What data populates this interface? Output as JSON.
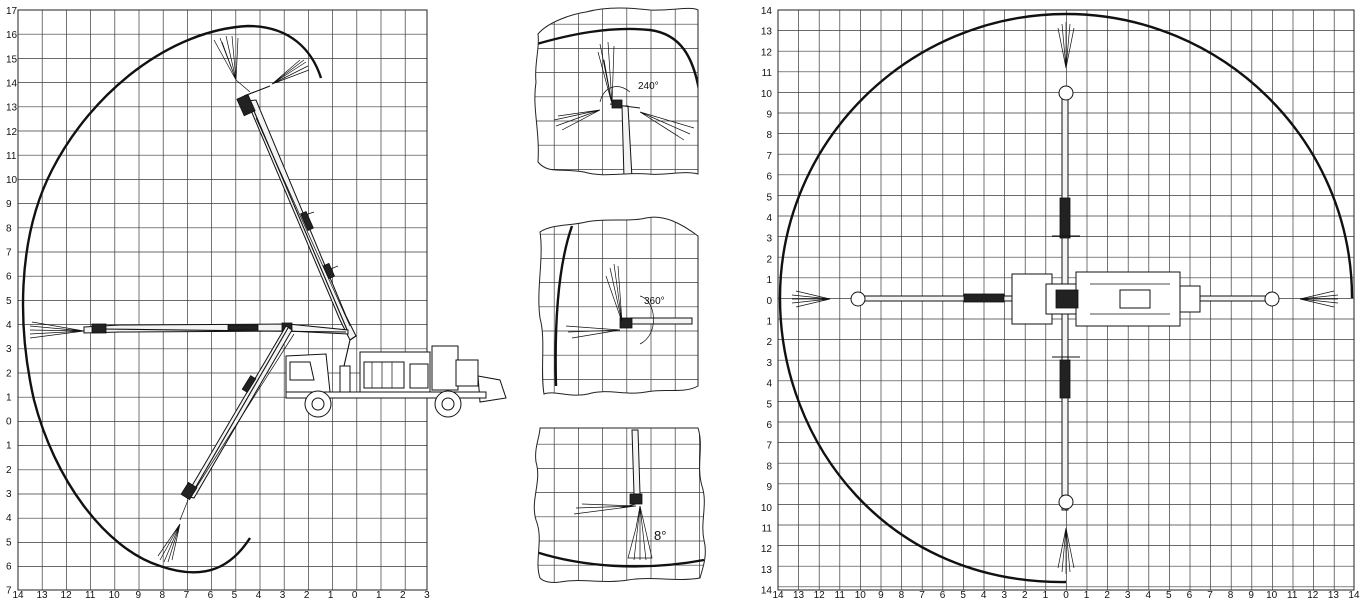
{
  "left_panel": {
    "y_labels": [
      "17",
      "16",
      "15",
      "14",
      "13",
      "12",
      "11",
      "10",
      "9",
      "8",
      "7",
      "6",
      "5",
      "4",
      "3",
      "2",
      "1",
      "0",
      "1",
      "2",
      "3",
      "4",
      "5",
      "6",
      "7"
    ],
    "x_labels": [
      "14",
      "13",
      "12",
      "11",
      "10",
      "9",
      "8",
      "7",
      "6",
      "5",
      "4",
      "3",
      "2",
      "1",
      "0",
      "1",
      "2",
      "3"
    ]
  },
  "detail_panels": {
    "top_angle": "240°",
    "middle_angle": "360°",
    "bottom_angle": "8°"
  },
  "right_panel": {
    "y_labels": [
      "14",
      "13",
      "12",
      "11",
      "10",
      "9",
      "8",
      "7",
      "6",
      "5",
      "4",
      "3",
      "2",
      "1",
      "0",
      "1",
      "2",
      "3",
      "4",
      "5",
      "6",
      "7",
      "8",
      "9",
      "10",
      "11",
      "12",
      "13",
      "14"
    ],
    "x_labels": [
      "14",
      "13",
      "12",
      "11",
      "10",
      "9",
      "8",
      "7",
      "6",
      "5",
      "4",
      "3",
      "2",
      "1",
      "0",
      "1",
      "2",
      "3",
      "4",
      "5",
      "6",
      "7",
      "8",
      "9",
      "10",
      "11",
      "12",
      "13",
      "14"
    ]
  },
  "colors": {
    "line": "#111111",
    "grid": "#3a3a3a",
    "background": "#ffffff"
  }
}
